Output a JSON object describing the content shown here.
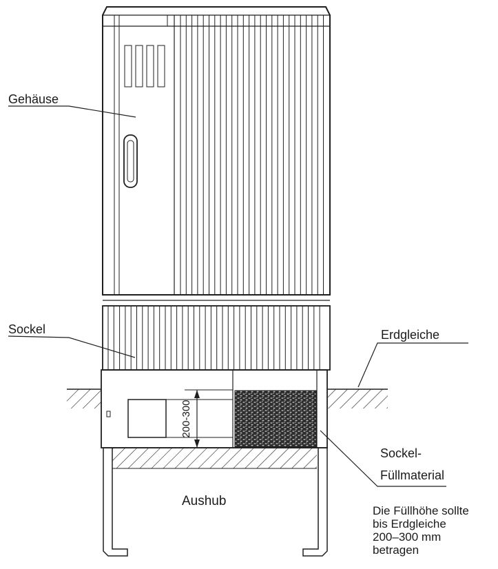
{
  "labels": {
    "gehaeuse": "Gehäuse",
    "sockel": "Sockel",
    "erdgleiche": "Erdgleiche",
    "sockel_fuell_line1": "Sockel-",
    "sockel_fuell_line2": "Füllmaterial",
    "aushub": "Aushub",
    "dimension": "200-300"
  },
  "note": {
    "lines": [
      "Die Füllhöhe sollte",
      "bis Erdgleiche",
      "200–300 mm",
      "betragen"
    ]
  },
  "colors": {
    "line": "#1f1f1f",
    "fill_material": "#3a3a3a",
    "background": "#ffffff"
  }
}
